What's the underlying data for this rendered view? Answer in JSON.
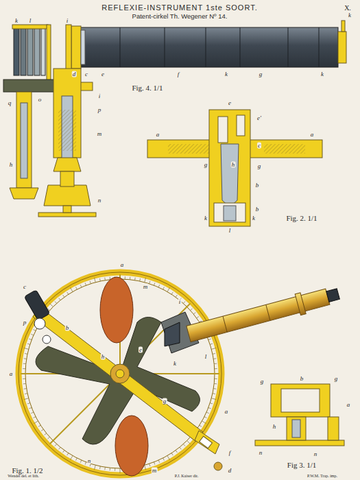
{
  "diagram": {
    "title": "REFLEXIE-INSTRUMENT 1ste SOORT.",
    "labels": [
      "Patent-cirkel Th. Wegener Nº 14.",
      "X.",
      "Fig. 4. 1/1",
      "Fig. 2. 1/1",
      "Fig. 1. 1/2",
      "Fig 3. 1/1",
      "Wendel del. et lith.",
      "P.J. Kaiser dir.",
      "P.W.M. Trap. imp.",
      "k",
      "l",
      "i",
      "d",
      "c",
      "e",
      "f",
      "g",
      "k",
      "k",
      "k",
      "i",
      "p",
      "m",
      "o",
      "q",
      "n",
      "h",
      "e",
      "e'",
      "a",
      "a",
      "g",
      "h",
      "g",
      "c",
      "b",
      "b",
      "k",
      "k",
      "l",
      "a",
      "c",
      "p",
      "b",
      "m",
      "i",
      "l",
      "k",
      "e",
      "h",
      "a",
      "a",
      "f",
      "d",
      "m",
      "n",
      "g",
      "g",
      "h",
      "b",
      "g",
      "a",
      "n",
      "n"
    ]
  }
}
